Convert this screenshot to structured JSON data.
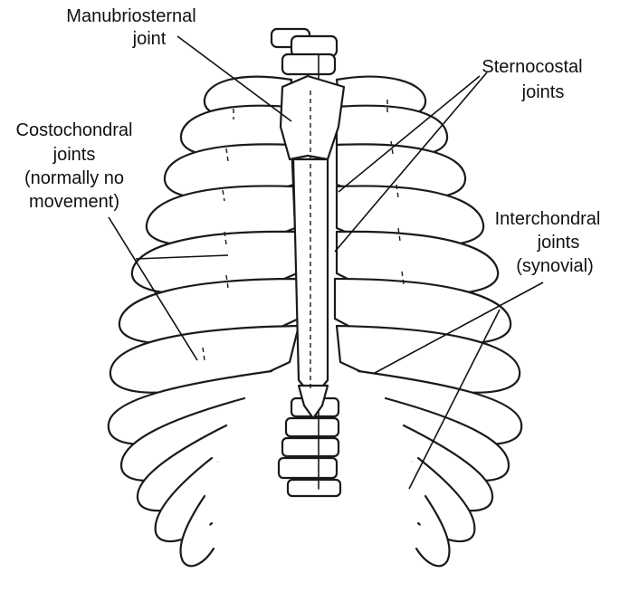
{
  "labels": {
    "manubriosternal": [
      "Manubriosternal",
      "joint"
    ],
    "sternocostal": [
      "Sternocostal",
      "joints"
    ],
    "costochondral": [
      "Costochondral",
      "joints",
      "(normally no",
      "movement)"
    ],
    "interchondral": [
      "Interchondral",
      "joints",
      "(synovial)"
    ]
  }
}
